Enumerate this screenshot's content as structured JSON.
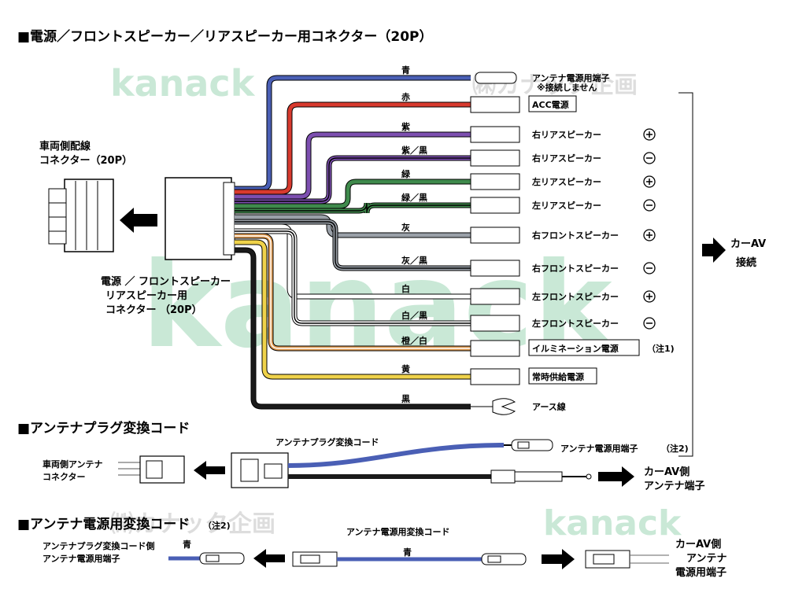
{
  "section_titles": {
    "main": "■電源／フロントスピーカー／リアスピーカー用コネクター（20P）",
    "antenna_plug": "■アンテナプラグ変換コード",
    "antenna_power": "■アンテナ電源用変換コード",
    "antenna_power_note": "（注2)"
  },
  "watermarks": {
    "brand": "kanack",
    "company": "㈱カナック企画"
  },
  "vehicle_connector": {
    "line1": "車両側配線",
    "line2": "コネクター（20P）"
  },
  "harness_connector": {
    "line1": "電源 ／ フロントスピーカー",
    "line2": "リアスピーカー用",
    "line3": "コネクター （20P）"
  },
  "wires": [
    {
      "color_label": "青",
      "hex": "#4a5fb5",
      "stripe": null,
      "terminal": "アンテナ電源用端子",
      "terminal_line2": "※接続しません",
      "polarity": "",
      "note": ""
    },
    {
      "color_label": "赤",
      "hex": "#d83a2e",
      "stripe": null,
      "terminal": "ACC電源",
      "terminal_line2": "",
      "polarity": "",
      "note": ""
    },
    {
      "color_label": "紫",
      "hex": "#7d4fb0",
      "stripe": null,
      "terminal": "右リアスピーカー",
      "terminal_line2": "",
      "polarity": "+",
      "note": ""
    },
    {
      "color_label": "紫／黒",
      "hex": "#7d4fb0",
      "stripe": "#000000",
      "terminal": "右リアスピーカー",
      "terminal_line2": "",
      "polarity": "−",
      "note": ""
    },
    {
      "color_label": "緑",
      "hex": "#3f8a4c",
      "stripe": null,
      "terminal": "左リアスピーカー",
      "terminal_line2": "",
      "polarity": "+",
      "note": ""
    },
    {
      "color_label": "緑／黒",
      "hex": "#3f8a4c",
      "stripe": "#000000",
      "terminal": "左リアスピーカー",
      "terminal_line2": "",
      "polarity": "−",
      "note": ""
    },
    {
      "color_label": "灰",
      "hex": "#9aa0a8",
      "stripe": null,
      "terminal": "右フロントスピーカー",
      "terminal_line2": "",
      "polarity": "+",
      "note": ""
    },
    {
      "color_label": "灰／黒",
      "hex": "#9aa0a8",
      "stripe": "#000000",
      "terminal": "右フロントスピーカー",
      "terminal_line2": "",
      "polarity": "−",
      "note": ""
    },
    {
      "color_label": "白",
      "hex": "#ffffff",
      "stripe": null,
      "terminal": "左フロントスピーカー",
      "terminal_line2": "",
      "polarity": "+",
      "note": ""
    },
    {
      "color_label": "白／黒",
      "hex": "#ffffff",
      "stripe": "#000000",
      "terminal": "左フロントスピーカー",
      "terminal_line2": "",
      "polarity": "−",
      "note": ""
    },
    {
      "color_label": "橙／白",
      "hex": "#e09a4f",
      "stripe": "#ffffff",
      "terminal": "イルミネーション電源",
      "terminal_line2": "",
      "polarity": "",
      "note": "（注1)"
    },
    {
      "color_label": "黄",
      "hex": "#efd24a",
      "stripe": null,
      "terminal": "常時供給電源",
      "terminal_line2": "",
      "polarity": "",
      "note": ""
    },
    {
      "color_label": "黒",
      "hex": "#1a1a1a",
      "stripe": null,
      "terminal": "アース線",
      "terminal_line2": "",
      "polarity": "",
      "note": ""
    }
  ],
  "car_av": {
    "line1": "カーAV",
    "line2": "接続"
  },
  "antenna_plug_cord": {
    "cord_label": "アンテナプラグ変換コード",
    "vehicle_side_line1": "車両側アンテナ",
    "vehicle_side_line2": "コネクター",
    "power_terminal": "アンテナ電源用端子",
    "power_terminal_note": "（注2)",
    "av_side_line1": "カーAV側",
    "av_side_line2": "アンテナ端子"
  },
  "antenna_power_cord": {
    "cord_label": "アンテナ電源用変換コード",
    "wire_color_left": "青",
    "wire_color_mid": "青",
    "left_line1": "アンテナプラグ変換コード側",
    "left_line2": "アンテナ電源用端子",
    "right_line1": "カーAV側",
    "right_line2": "アンテナ",
    "right_line3": "電源用端子"
  }
}
